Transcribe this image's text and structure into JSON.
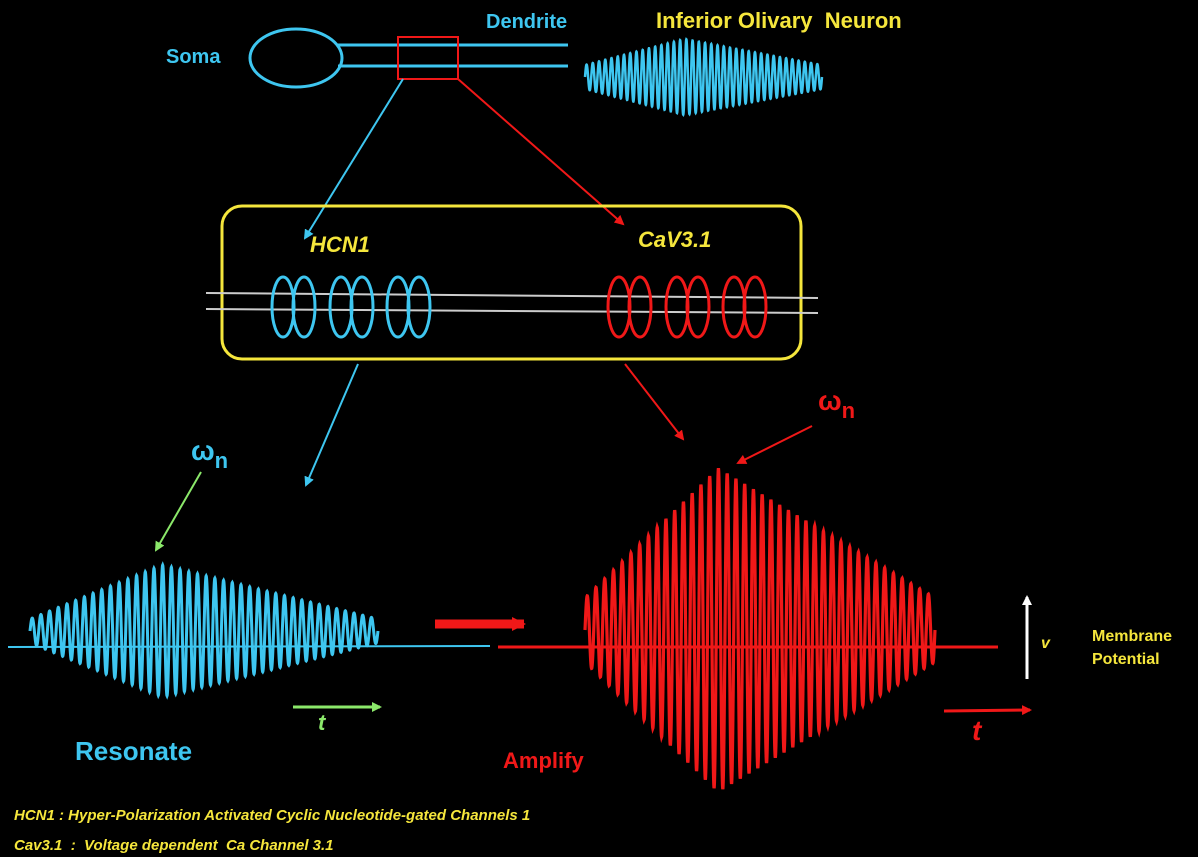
{
  "labels": {
    "soma": "Soma",
    "dendrite": "Dendrite",
    "title": "Inferior Olivary  Neuron",
    "hcn1": "HCN1",
    "cav31": "CaV3.1",
    "omega": "ω",
    "omega_sub": "n",
    "t": "t",
    "v": "v",
    "resonate": "Resonate",
    "amplify": "Amplify",
    "membrane_line1": "Membrane",
    "membrane_line2": "Potential"
  },
  "footnotes": {
    "hcn1": "HCN1 : Hyper-Polarization Activated Cyclic Nucleotide-gated Channels 1",
    "cav31": "Cav3.1  :  Voltage dependent  Ca Channel 3.1"
  },
  "colors": {
    "cyan": "#3ec6f0",
    "red": "#f01818",
    "yellow": "#f5e63c",
    "green": "#8be86a",
    "white": "#ffffff",
    "membrane": "#cccccc"
  }
}
